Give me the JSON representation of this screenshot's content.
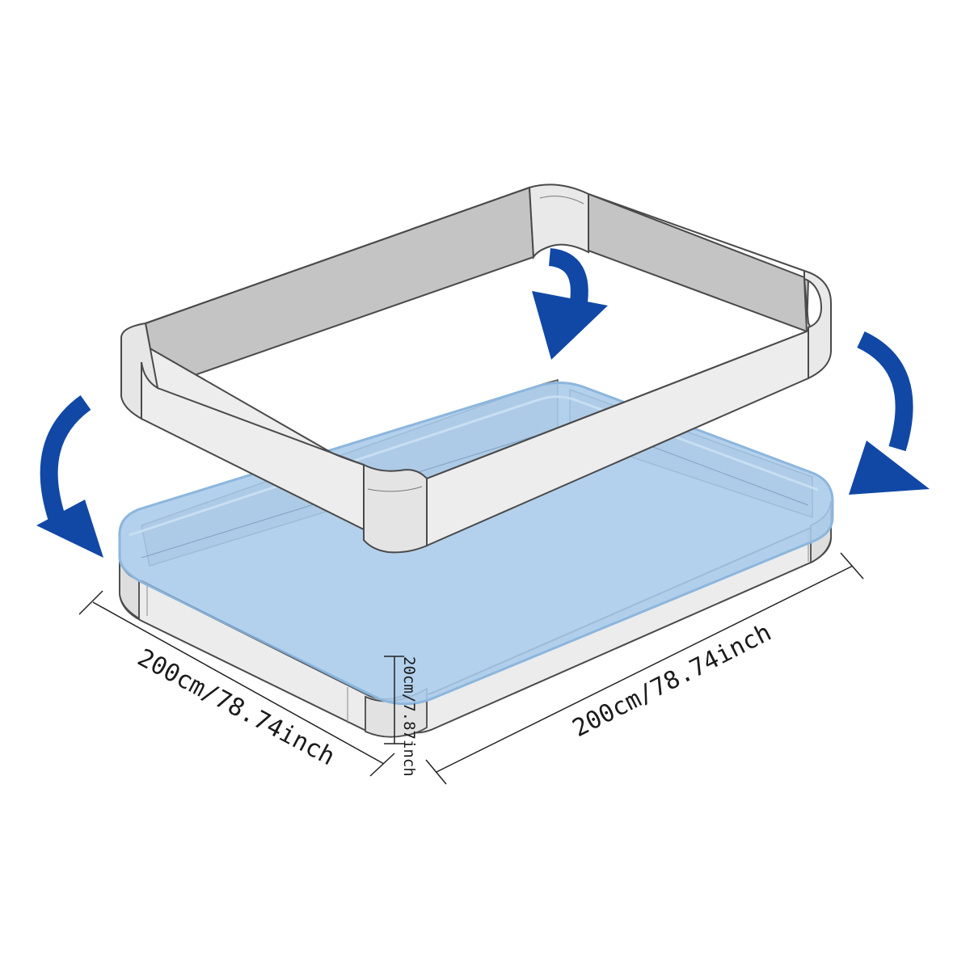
{
  "dimensions": {
    "width": "200cm/78.74inch",
    "length": "200cm/78.74inch",
    "height": "20cm/7.87inch"
  },
  "colors": {
    "frame_fill": "#efefef",
    "frame_inner": "#c4c4c4",
    "frame_stroke": "#4a4a4a",
    "liner_fill": "#a9cbea",
    "liner_stroke": "#8cb6dd",
    "arrow": "#1148a6"
  },
  "icons": {
    "arrows": [
      "curved-arrow-down-icon",
      "curved-arrow-down-icon",
      "curved-arrow-down-icon"
    ]
  }
}
